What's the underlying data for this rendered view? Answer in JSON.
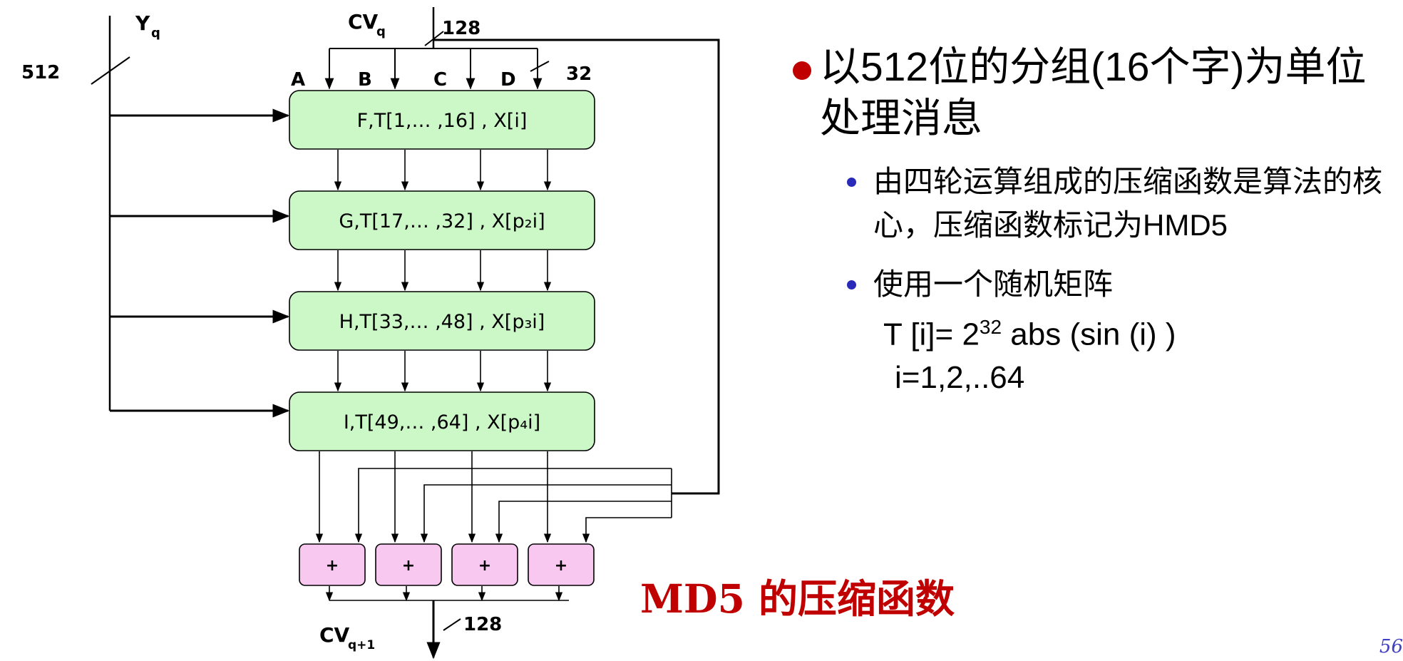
{
  "diagram": {
    "input_label_main": "Y",
    "input_label_sub": "q",
    "input_width": "512",
    "cv_in_main": "CV",
    "cv_in_sub": "q",
    "cv_in_width": "128",
    "reg_width": "32",
    "registers": [
      "A",
      "B",
      "C",
      "D"
    ],
    "rounds": [
      "F,T[1,… ,16] , X[i]",
      "G,T[17,… ,32] , X[p₂i]",
      "H,T[33,… ,48] , X[p₃i]",
      "I,T[49,… ,64] , X[p₄i]"
    ],
    "adders": [
      "+",
      "+",
      "+",
      "+"
    ],
    "cv_out_main": "CV",
    "cv_out_sub": "q+1",
    "cv_out_width": "128"
  },
  "caption": "MD5 的压缩函数",
  "bullets": {
    "main": "以512位的分组(16个字)为单位处理消息",
    "sub1_text": "由四轮运算组成的压缩函数是算法的核心，压缩函数标记为",
    "sub1_term": "HMD5",
    "sub2_text": "使用一个随机矩阵",
    "formula_part1": "T [i]=  2",
    "formula_exp": "32",
    "formula_part2": " abs (sin (i) )",
    "formula_line2": "i=1,2,..64"
  },
  "page_number": "56",
  "colors": {
    "round_box": "#ccf8c8",
    "adder_box": "#f8c8f0",
    "caption": "#c00000",
    "main_bullet": "#c00000",
    "sub_bullet": "#2a2ab8"
  }
}
